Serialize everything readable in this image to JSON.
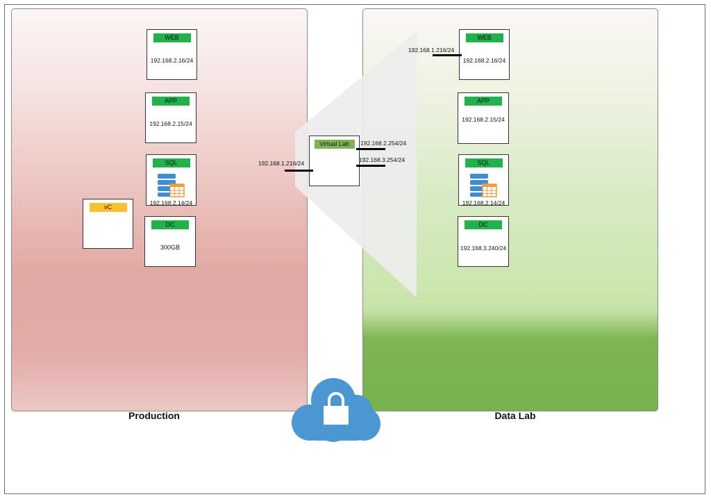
{
  "zones": {
    "production_label": "Production",
    "datalab_label": "Data Lab"
  },
  "production": {
    "web": {
      "tag": "WEB",
      "ip": "192.168.2.16/24"
    },
    "app": {
      "tag": "APP",
      "ip": "192.168.2.15/24"
    },
    "sql": {
      "tag": "SQL",
      "ip": "192.168.2.14/24"
    },
    "dc": {
      "tag": "DC",
      "text": "300GB"
    },
    "vc": {
      "tag": "vC"
    }
  },
  "virtual_lab": {
    "tag": "Virtual Lab",
    "left_ip": "192.168.1.216/24",
    "right_ip_top": "192.168.2.254/24",
    "right_ip_bottom": "192.168.3.254/24"
  },
  "datalab": {
    "web": {
      "tag": "WEB",
      "ip": "192.168.2.16/24",
      "ext_ip": "192.168.1.216/24"
    },
    "app": {
      "tag": "APP",
      "ip": "192.168.2.15/24"
    },
    "sql": {
      "tag": "SQL",
      "ip": "192.168.2.14/24"
    },
    "dc": {
      "tag": "DC",
      "ip": "192.168.3.240/24"
    }
  },
  "colors": {
    "tag_green": "#21b24b",
    "tag_yellow": "#f9c12e",
    "tag_olive": "#7fb356",
    "cloud_blue": "#4a97d2",
    "db_blue": "#3f8fd0",
    "table_orange": "#f39b3a"
  },
  "icons": {
    "cloud": "cloud-lock-icon",
    "sql": "database-table-icon"
  }
}
